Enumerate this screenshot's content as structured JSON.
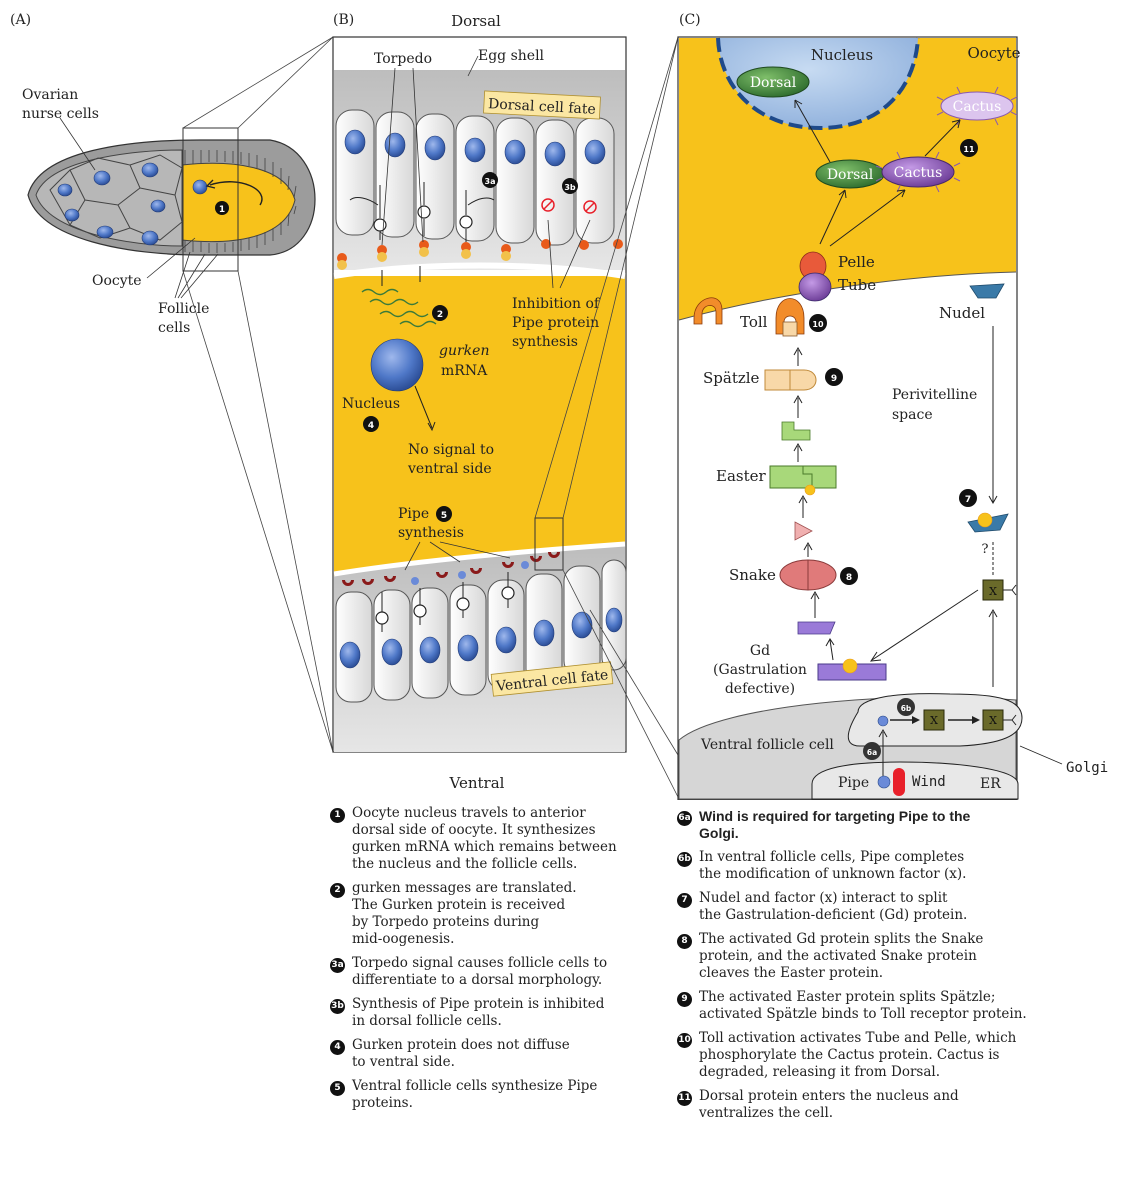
{
  "panels": {
    "a": "(A)",
    "b": "(B)",
    "c": "(C)"
  },
  "panel_a": {
    "ovarian_nurse_cells": [
      "Ovarian",
      "nurse cells"
    ],
    "oocyte": "Oocyte",
    "follicle_cells": [
      "Follicle",
      "cells"
    ]
  },
  "panel_b": {
    "dorsal": "Dorsal",
    "ventral": "Ventral",
    "torpedo": "Torpedo",
    "egg_shell": "Egg shell",
    "dorsal_cell_fate": "Dorsal cell fate",
    "ventral_cell_fate": "Ventral cell fate",
    "inhibition": [
      "Inhibition of",
      "Pipe protein",
      "synthesis"
    ],
    "gurken": "gurken",
    "mrna": "mRNA",
    "nucleus": "Nucleus",
    "no_signal": [
      "No signal to",
      "ventral side"
    ],
    "pipe_synthesis": [
      "Pipe",
      "synthesis"
    ]
  },
  "panel_c": {
    "nucleus": "Nucleus",
    "oocyte": "Oocyte",
    "dorsal": "Dorsal",
    "cactus": "Cactus",
    "pelle": "Pelle",
    "tube": "Tube",
    "toll": "Toll",
    "nudel": "Nudel",
    "spatzle": "Spätzle",
    "perivitelline": [
      "Perivitelline",
      "space"
    ],
    "easter": "Easter",
    "snake": "Snake",
    "gd": [
      "Gd",
      "(Gastrulation",
      "defective)"
    ],
    "question": "?",
    "x": "X",
    "ventral_follicle_cell": "Ventral follicle cell",
    "pipe": "Pipe",
    "wind": "Wind",
    "er": "ER",
    "golgi": "Golgi"
  },
  "markers": {
    "m1": "1",
    "m2": "2",
    "m3a": "3a",
    "m3b": "3b",
    "m4": "4",
    "m5": "5",
    "m6a": "6a",
    "m6b": "6b",
    "m7": "7",
    "m8": "8",
    "m9": "9",
    "m10": "10",
    "m11": "11"
  },
  "legend_left": [
    {
      "num": "1",
      "lines": [
        "Oocyte nucleus travels to anterior",
        "dorsal side of oocyte. It synthesizes",
        "gurken mRNA which remains between",
        "the nucleus and the follicle cells."
      ]
    },
    {
      "num": "2",
      "lines": [
        "gurken messages are translated.",
        "The Gurken protein is received",
        "by Torpedo proteins during",
        "mid-oogenesis."
      ]
    },
    {
      "num": "3a",
      "lines": [
        "Torpedo signal causes follicle cells to",
        "differentiate to a dorsal morphology."
      ]
    },
    {
      "num": "3b",
      "lines": [
        "Synthesis of Pipe protein is inhibited",
        "in dorsal follicle cells."
      ]
    },
    {
      "num": "4",
      "lines": [
        "Gurken protein does not diffuse",
        "to ventral side."
      ]
    },
    {
      "num": "5",
      "lines": [
        "Ventral follicle cells synthesize Pipe",
        "proteins."
      ]
    }
  ],
  "legend_right": [
    {
      "num": "6a",
      "bold": true,
      "lines": [
        "Wind is required for targeting Pipe to the",
        "Golgi."
      ]
    },
    {
      "num": "6b",
      "lines": [
        "In ventral follicle cells, Pipe completes",
        "the modification of unknown factor (x)."
      ]
    },
    {
      "num": "7",
      "lines": [
        "Nudel and factor (x) interact to split",
        "the Gastrulation-deficient (Gd) protein."
      ]
    },
    {
      "num": "8",
      "lines": [
        "The activated Gd protein splits the Snake",
        "protein, and the activated Snake protein",
        "cleaves the Easter protein."
      ]
    },
    {
      "num": "9",
      "lines": [
        "The activated Easter protein splits Spätzle;",
        "activated Spätzle binds to Toll receptor protein."
      ]
    },
    {
      "num": "10",
      "lines": [
        "Toll activation activates Tube and Pelle, which",
        "phosphorylate the Cactus protein. Cactus is",
        "degraded, releasing it from Dorsal."
      ]
    },
    {
      "num": "11",
      "lines": [
        "Dorsal protein enters the nucleus and",
        "ventralizes the cell."
      ]
    }
  ],
  "colors": {
    "yolk": "#f7c21b",
    "nucleus_blue": "#4f78c8",
    "shell_gray": "#cfcfcf",
    "dorsal_green": "#3a7a3a",
    "cactus_purple": "#8a5ab0",
    "wind_red": "#e8202a"
  }
}
